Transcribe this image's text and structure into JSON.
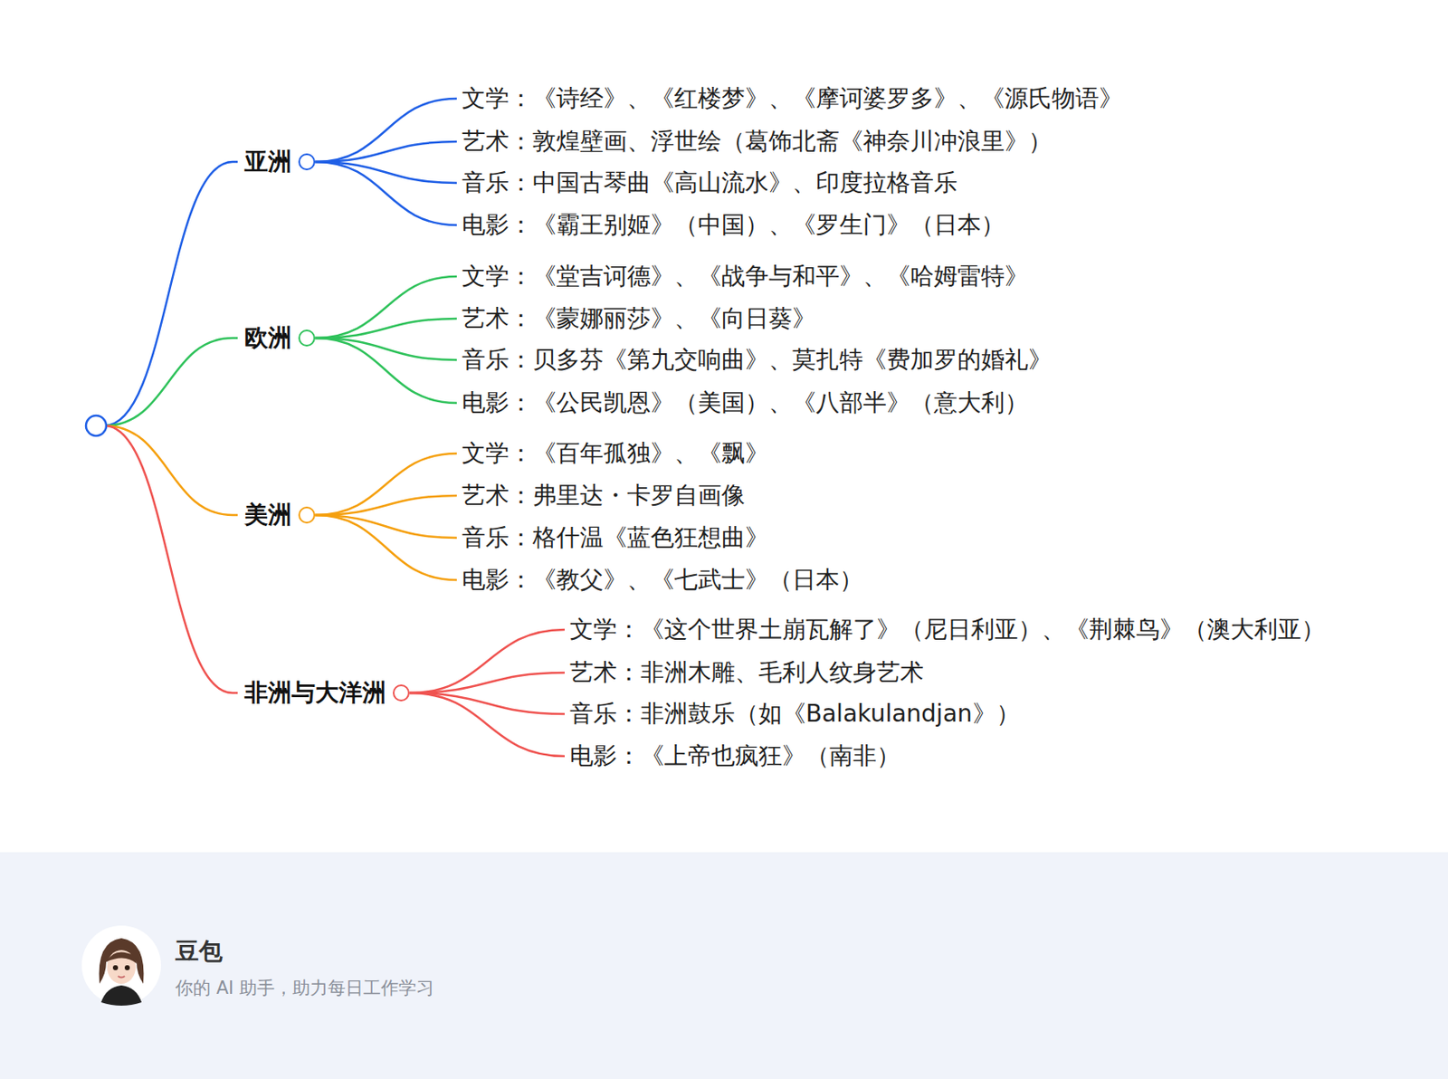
{
  "diagram": {
    "nodes": [
      {
        "text": [
          "亚洲"
        ]
      },
      {
        "text": [
          "文学：《诗经》、《红楼梦》、《摩诃婆罗多》、《源氏物语》"
        ]
      },
      {
        "text": [
          "艺术：敦煌壁画、浮世绘（葛饰北斋《神奈川冲浪里》）"
        ]
      },
      {
        "text": [
          "音乐：中国古琴曲《高山流水》、印度拉格音乐"
        ]
      },
      {
        "text": [
          "电影：《霸王别姬》（中国）、《罗生门》（日本）"
        ]
      },
      {
        "text": [
          "欧洲"
        ]
      },
      {
        "text": [
          "文学：《堂吉诃德》、《战争与和平》、《哈姆雷特》"
        ]
      },
      {
        "text": [
          "艺术：《蒙娜丽莎》、《向日葵》"
        ]
      },
      {
        "text": [
          "音乐：贝多芬《第九交响曲》、莫扎特《费加罗的婚礼》"
        ]
      },
      {
        "text": [
          "电影：《公民凯恩》（美国）、《八部半》（意大利）"
        ]
      },
      {
        "text": [
          "美洲"
        ]
      },
      {
        "text": [
          "文学：《百年孤独》、《飘》"
        ]
      },
      {
        "text": [
          "艺术：弗里达・卡罗自画像"
        ]
      },
      {
        "text": [
          "音乐：格什温《蓝色狂想曲》"
        ]
      },
      {
        "text": [
          "电影：《教父》、《七武士》（日本）"
        ]
      },
      {
        "text": [
          "非洲与大洋洲"
        ]
      },
      {
        "text": [
          "文学：《这个世界土崩瓦解了》（尼日利亚）、《荆棘鸟》（澳大利亚）"
        ]
      },
      {
        "text": [
          "艺术：非洲木雕、毛利人纹身艺术"
        ]
      },
      {
        "text": [
          "音乐：非洲鼓乐（如《Balakulandjan》）"
        ]
      },
      {
        "text": [
          "电影：《上帝也疯狂》（南非）"
        ]
      }
    ],
    "edges": [
      {
        "from": 0,
        "to": 1,
        "arrow": "none"
      },
      {
        "from": 0,
        "to": 2,
        "arrow": "none"
      },
      {
        "from": 0,
        "to": 3,
        "arrow": "none"
      },
      {
        "from": 0,
        "to": 4,
        "arrow": "none"
      },
      {
        "from": 5,
        "to": 6,
        "arrow": "none"
      },
      {
        "from": 5,
        "to": 7,
        "arrow": "none"
      },
      {
        "from": 5,
        "to": 8,
        "arrow": "none"
      },
      {
        "from": 5,
        "to": 9,
        "arrow": "none"
      },
      {
        "from": 10,
        "to": 11,
        "arrow": "none"
      },
      {
        "from": 10,
        "to": 12,
        "arrow": "none"
      },
      {
        "from": 10,
        "to": 13,
        "arrow": "none"
      },
      {
        "from": 10,
        "to": 14,
        "arrow": "none"
      },
      {
        "from": 15,
        "to": 16,
        "arrow": "none"
      },
      {
        "from": 15,
        "to": 17,
        "arrow": "none"
      },
      {
        "from": 15,
        "to": 18,
        "arrow": "none"
      },
      {
        "from": 15,
        "to": 19,
        "arrow": "none"
      }
    ],
    "labels": [
      "豆包",
      "你的 AI 助手，助力每日工作学习"
    ]
  }
}
